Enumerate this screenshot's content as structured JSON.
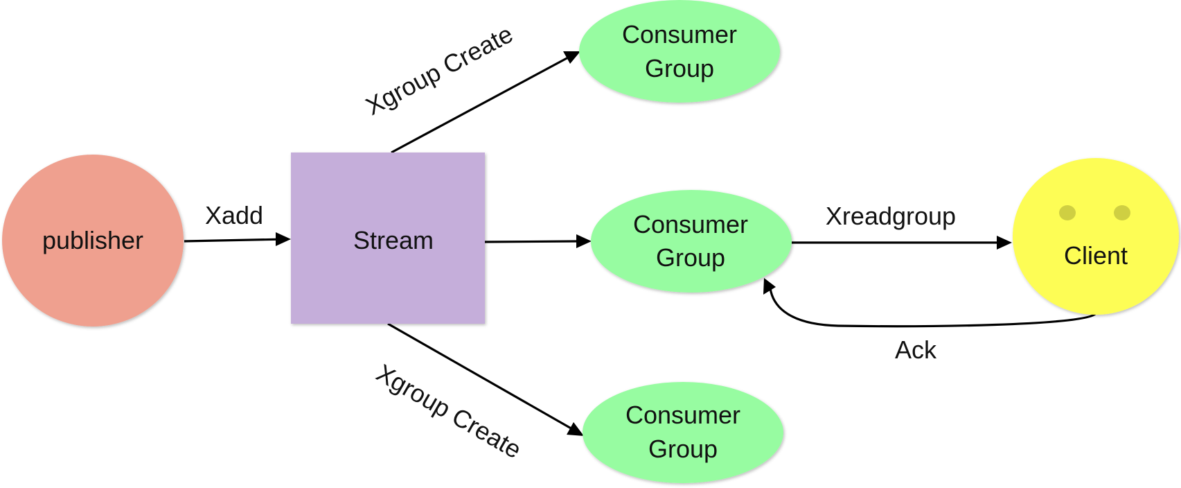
{
  "nodes": {
    "publisher": {
      "label": "publisher",
      "color": "#EFA08F"
    },
    "stream": {
      "label": "Stream",
      "color": "#C5AEDA"
    },
    "consumer_group_top": {
      "line1": "Consumer",
      "line2": "Group",
      "color": "#97FCA1"
    },
    "consumer_group_middle": {
      "line1": "Consumer",
      "line2": "Group",
      "color": "#97FCA1"
    },
    "consumer_group_bottom": {
      "line1": "Consumer",
      "line2": "Group",
      "color": "#97FCA1"
    },
    "client": {
      "label": "Client",
      "color": "#FDFD54",
      "eye_color": "#CFCF42"
    }
  },
  "edges": {
    "xadd": {
      "label": "Xadd"
    },
    "xgroup_create_top": {
      "label": "Xgroup Create"
    },
    "stream_to_group": {
      "label": ""
    },
    "xgroup_create_bottom": {
      "label": "Xgroup Create"
    },
    "xreadgroup": {
      "label": "Xreadgroup"
    },
    "ack": {
      "label": "Ack"
    }
  },
  "icons": {
    "arrow_head": "arrowhead-icon",
    "client_eyes": "face-eyes-icon"
  }
}
